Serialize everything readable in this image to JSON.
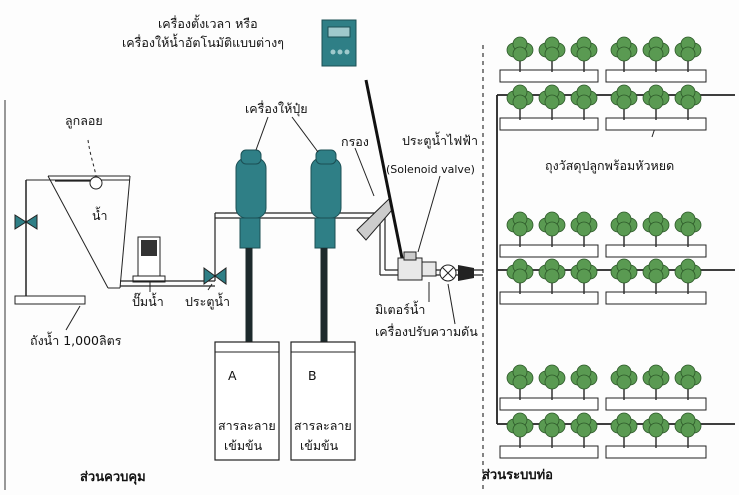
{
  "labels": {
    "timer_line1": "เครื่องตั้งเวลา หรือ",
    "timer_line2": "เครื่องให้น้ำอัตโนมัติแบบต่างๆ",
    "float_ball": "ลูกลอย",
    "water": "น้ำ",
    "fertilizer_injector": "เครื่องให้ปุ๋ย",
    "filter": "กรอง",
    "solenoid_thai": "ประตูน้ำไฟฟ้า",
    "solenoid_en": "(Solenoid valve)",
    "grow_bags": "ถุงวัสดุปลูกพร้อมหัวหยด",
    "water_pump": "ปั๊มน้ำ",
    "valve": "ประตูน้ำ",
    "water_tank": "ถังน้ำ 1,000ลิตร",
    "water_meter": "มิเตอร์น้ำ",
    "pressure_regulator": "เครื่องปรับความดัน",
    "tank_a_letter": "A",
    "tank_b_letter": "B",
    "tank_a_line1": "สารละลาย",
    "tank_a_line2": "เข้มข้น",
    "tank_b_line1": "สารละลาย",
    "tank_b_line2": "เข้มข้น",
    "control_section": "ส่วนควบคุม",
    "pipe_section": "ส่วนระบบท่อ"
  },
  "colors": {
    "injector_teal": "#2f7f86",
    "tree_green": "#5a9a52",
    "line": "#222222"
  }
}
